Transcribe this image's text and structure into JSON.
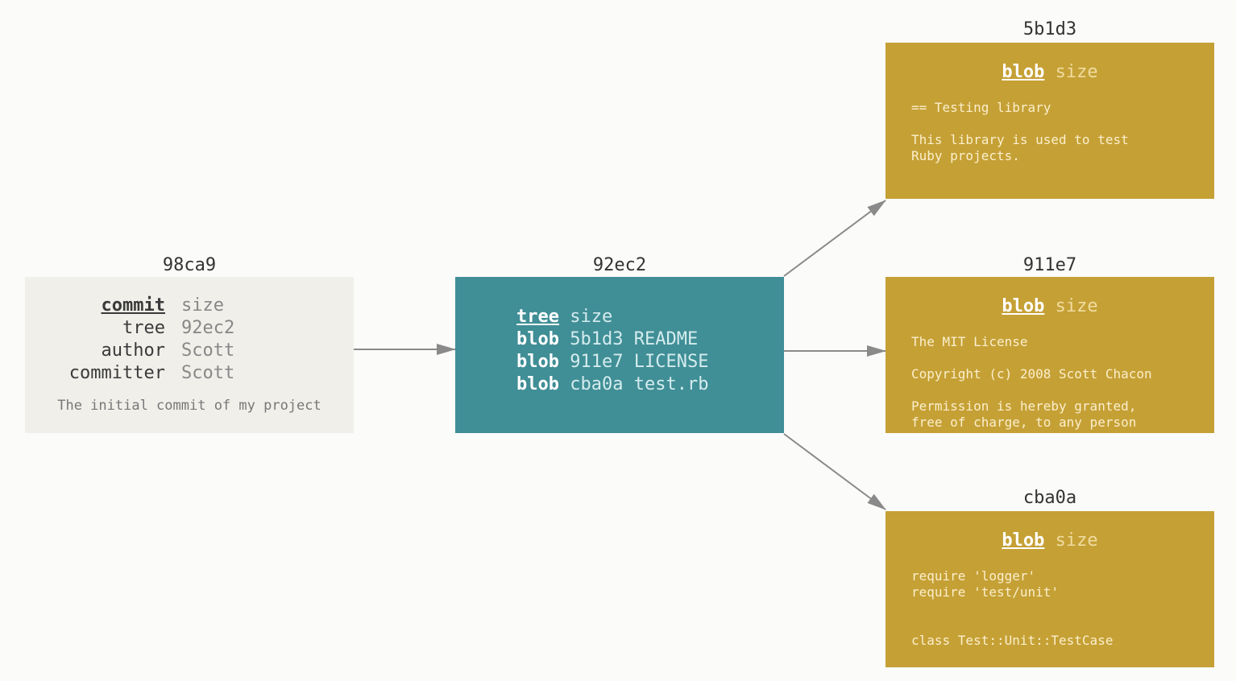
{
  "commit": {
    "hash": "98ca9",
    "type": "commit",
    "size": "size",
    "rows": [
      {
        "k": "tree",
        "v": "92ec2"
      },
      {
        "k": "author",
        "v": "Scott"
      },
      {
        "k": "committer",
        "v": "Scott"
      }
    ],
    "message": "The initial commit of my project"
  },
  "tree": {
    "hash": "92ec2",
    "type": "tree",
    "size": "size",
    "entries": [
      {
        "t": "blob",
        "h": "5b1d3",
        "n": "README"
      },
      {
        "t": "blob",
        "h": "911e7",
        "n": "LICENSE"
      },
      {
        "t": "blob",
        "h": "cba0a",
        "n": "test.rb"
      }
    ]
  },
  "blobs": [
    {
      "hash": "5b1d3",
      "type": "blob",
      "size": "size",
      "lines": [
        "== Testing library",
        "",
        "This library is used to test",
        "Ruby projects."
      ]
    },
    {
      "hash": "911e7",
      "type": "blob",
      "size": "size",
      "lines": [
        "The MIT License",
        "",
        "Copyright (c) 2008 Scott Chacon",
        "",
        "Permission is hereby granted,",
        "free of charge, to any person"
      ]
    },
    {
      "hash": "cba0a",
      "type": "blob",
      "size": "size",
      "lines": [
        "require 'logger'",
        "require 'test/unit'",
        "",
        "",
        "class Test::Unit::TestCase"
      ]
    }
  ],
  "colors": {
    "commit": "#f0efea",
    "tree": "#408e96",
    "blob": "#c5a035",
    "arrow": "#8a8a8a"
  }
}
